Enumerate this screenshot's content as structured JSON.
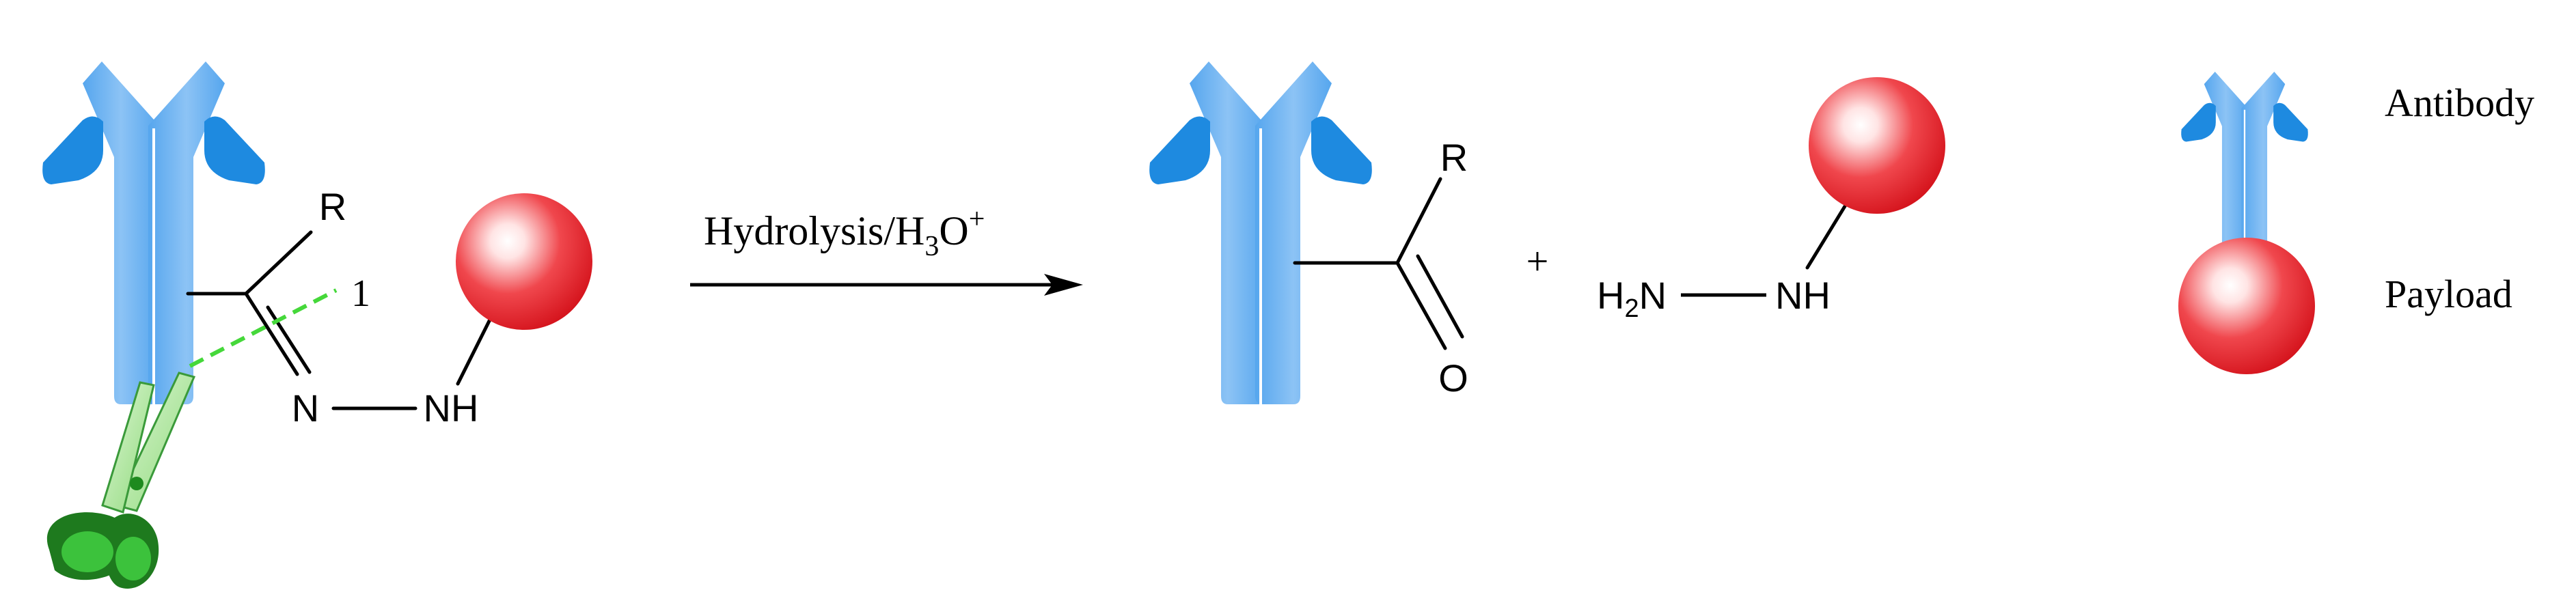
{
  "reactant": {
    "r_label": "R",
    "n_label": "N",
    "nh_label": "NH",
    "cleavage_label": "1"
  },
  "reaction": {
    "condition": "Hydrolysis/H",
    "subscript": "3",
    "o_label": "O",
    "superscript": "+"
  },
  "product_ketone": {
    "r_label": "R",
    "o_label": "O"
  },
  "plus": "+",
  "product_hydrazine": {
    "h2n_h": "H",
    "h2n_sub": "2",
    "h2n_n": "N",
    "nh_label": "NH"
  },
  "legend": {
    "antibody_label": "Antibody",
    "payload_label": "Payload"
  },
  "colors": {
    "antibody_light": "#6fb0ee",
    "antibody_dark": "#1e8ae0",
    "payload_red": "#e01b23",
    "cleavage_green": "#45d83a",
    "scissors_green": "#1e8a1e"
  }
}
